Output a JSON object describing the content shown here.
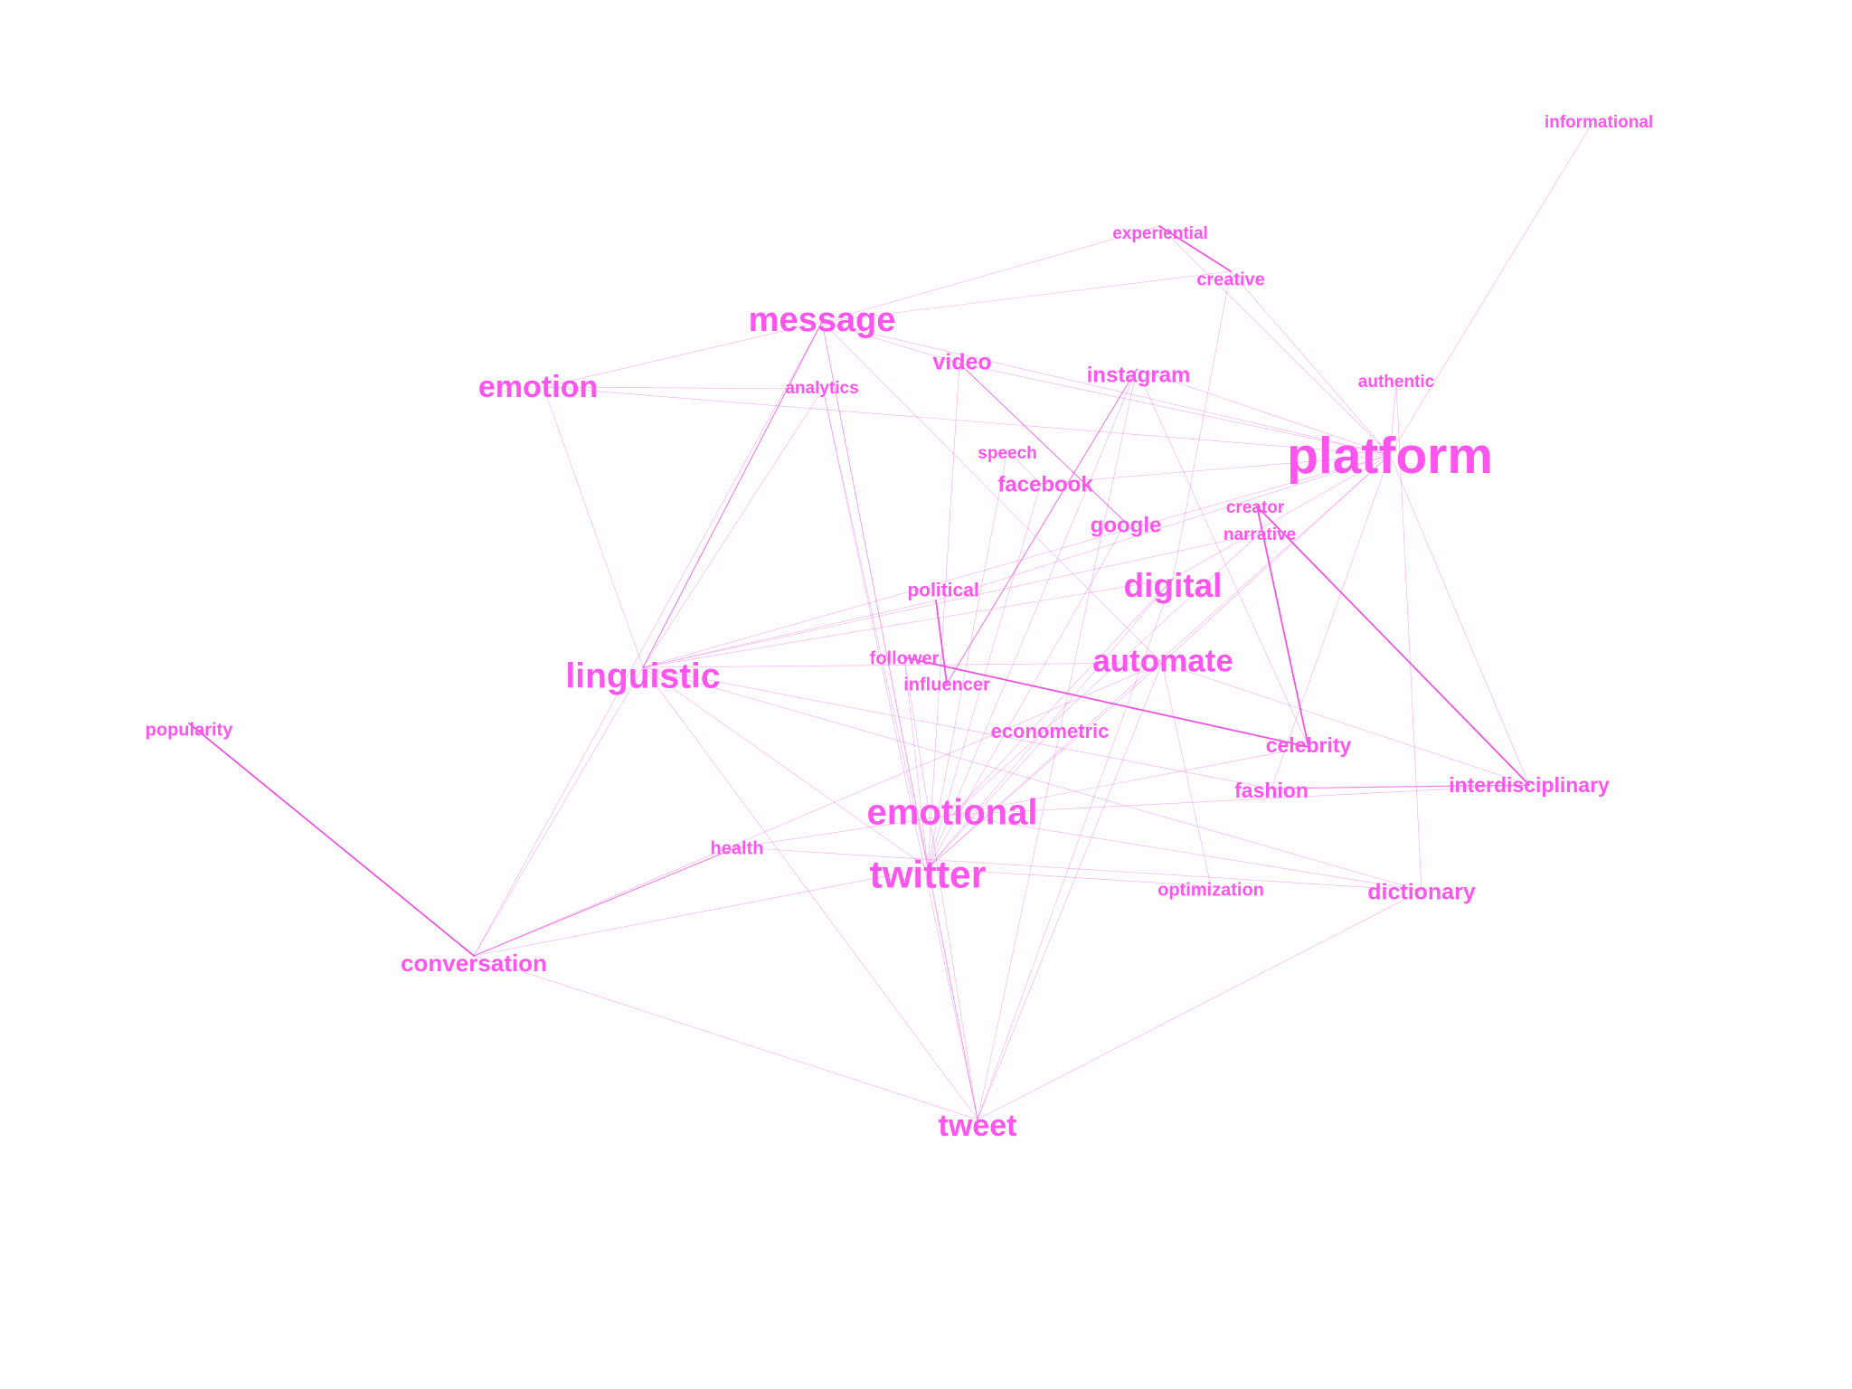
{
  "graph": {
    "type": "keyword co-occurrence network",
    "colors": {
      "node": "#ff55ee",
      "edge": "#ee44e0"
    },
    "nodes": [
      {
        "id": "informational",
        "label": "informational",
        "weight": 1
      },
      {
        "id": "experiential",
        "label": "experiential",
        "weight": 1
      },
      {
        "id": "creative",
        "label": "creative",
        "weight": 1.1
      },
      {
        "id": "message",
        "label": "message",
        "weight": 3.2
      },
      {
        "id": "emotion",
        "label": "emotion",
        "weight": 2.8
      },
      {
        "id": "analytics",
        "label": "analytics",
        "weight": 1
      },
      {
        "id": "video",
        "label": "video",
        "weight": 1.7
      },
      {
        "id": "instagram",
        "label": "instagram",
        "weight": 1.6
      },
      {
        "id": "authentic",
        "label": "authentic",
        "weight": 1
      },
      {
        "id": "platform",
        "label": "platform",
        "weight": 5.5
      },
      {
        "id": "speech",
        "label": "speech",
        "weight": 1
      },
      {
        "id": "facebook",
        "label": "facebook",
        "weight": 1.6
      },
      {
        "id": "google",
        "label": "google",
        "weight": 1.6
      },
      {
        "id": "creator",
        "label": "creator",
        "weight": 1
      },
      {
        "id": "narrative",
        "label": "narrative",
        "weight": 1
      },
      {
        "id": "political",
        "label": "political",
        "weight": 1.2
      },
      {
        "id": "digital",
        "label": "digital",
        "weight": 3.1
      },
      {
        "id": "linguistic",
        "label": "linguistic",
        "weight": 3.3
      },
      {
        "id": "follower",
        "label": "follower",
        "weight": 1.1
      },
      {
        "id": "automate",
        "label": "automate",
        "weight": 2.9
      },
      {
        "id": "influencer",
        "label": "influencer",
        "weight": 1.1
      },
      {
        "id": "popularity",
        "label": "popularity",
        "weight": 1.1
      },
      {
        "id": "econometric",
        "label": "econometric",
        "weight": 1.3
      },
      {
        "id": "celebrity",
        "label": "celebrity",
        "weight": 1.5
      },
      {
        "id": "interdisciplinary",
        "label": "interdisciplinary",
        "weight": 1.5
      },
      {
        "id": "fashion",
        "label": "fashion",
        "weight": 1.5
      },
      {
        "id": "emotional",
        "label": "emotional",
        "weight": 3.4
      },
      {
        "id": "health",
        "label": "health",
        "weight": 1.1
      },
      {
        "id": "twitter",
        "label": "twitter",
        "weight": 3.8
      },
      {
        "id": "optimization",
        "label": "optimization",
        "weight": 1.1
      },
      {
        "id": "dictionary",
        "label": "dictionary",
        "weight": 1.7
      },
      {
        "id": "conversation",
        "label": "conversation",
        "weight": 1.8
      },
      {
        "id": "tweet",
        "label": "tweet",
        "weight": 2.8
      }
    ],
    "edges": [
      {
        "source": "informational",
        "target": "platform",
        "weight": 1
      },
      {
        "source": "experiential",
        "target": "creative",
        "weight": 3
      },
      {
        "source": "experiential",
        "target": "message",
        "weight": 1
      },
      {
        "source": "experiential",
        "target": "platform",
        "weight": 1
      },
      {
        "source": "creative",
        "target": "message",
        "weight": 1
      },
      {
        "source": "creative",
        "target": "platform",
        "weight": 1
      },
      {
        "source": "creative",
        "target": "digital",
        "weight": 1
      },
      {
        "source": "message",
        "target": "emotion",
        "weight": 1
      },
      {
        "source": "message",
        "target": "linguistic",
        "weight": 2
      },
      {
        "source": "message",
        "target": "platform",
        "weight": 1
      },
      {
        "source": "message",
        "target": "twitter",
        "weight": 1
      },
      {
        "source": "message",
        "target": "automate",
        "weight": 1
      },
      {
        "source": "message",
        "target": "tweet",
        "weight": 1
      },
      {
        "source": "message",
        "target": "video",
        "weight": 1
      },
      {
        "source": "message",
        "target": "conversation",
        "weight": 1
      },
      {
        "source": "emotion",
        "target": "analytics",
        "weight": 1
      },
      {
        "source": "emotion",
        "target": "linguistic",
        "weight": 1
      },
      {
        "source": "emotion",
        "target": "platform",
        "weight": 1
      },
      {
        "source": "analytics",
        "target": "linguistic",
        "weight": 1
      },
      {
        "source": "analytics",
        "target": "twitter",
        "weight": 1
      },
      {
        "source": "analytics",
        "target": "tweet",
        "weight": 1
      },
      {
        "source": "video",
        "target": "google",
        "weight": 2
      },
      {
        "source": "video",
        "target": "twitter",
        "weight": 1
      },
      {
        "source": "video",
        "target": "platform",
        "weight": 1
      },
      {
        "source": "instagram",
        "target": "platform",
        "weight": 1
      },
      {
        "source": "instagram",
        "target": "twitter",
        "weight": 1
      },
      {
        "source": "instagram",
        "target": "influencer",
        "weight": 2
      },
      {
        "source": "instagram",
        "target": "celebrity",
        "weight": 1
      },
      {
        "source": "instagram",
        "target": "tweet",
        "weight": 1
      },
      {
        "source": "authentic",
        "target": "platform",
        "weight": 1
      },
      {
        "source": "authentic",
        "target": "dictionary",
        "weight": 1
      },
      {
        "source": "platform",
        "target": "interdisciplinary",
        "weight": 1
      },
      {
        "source": "platform",
        "target": "linguistic",
        "weight": 1
      },
      {
        "source": "platform",
        "target": "political",
        "weight": 1
      },
      {
        "source": "platform",
        "target": "automate",
        "weight": 1
      },
      {
        "source": "platform",
        "target": "twitter",
        "weight": 1
      },
      {
        "source": "platform",
        "target": "facebook",
        "weight": 1
      },
      {
        "source": "platform",
        "target": "digital",
        "weight": 1
      },
      {
        "source": "platform",
        "target": "fashion",
        "weight": 1
      },
      {
        "source": "speech",
        "target": "facebook",
        "weight": 1
      },
      {
        "source": "speech",
        "target": "twitter",
        "weight": 1
      },
      {
        "source": "facebook",
        "target": "twitter",
        "weight": 1
      },
      {
        "source": "google",
        "target": "twitter",
        "weight": 1
      },
      {
        "source": "creator",
        "target": "celebrity",
        "weight": 3
      },
      {
        "source": "creator",
        "target": "interdisciplinary",
        "weight": 3
      },
      {
        "source": "narrative",
        "target": "linguistic",
        "weight": 1
      },
      {
        "source": "narrative",
        "target": "emotional",
        "weight": 1
      },
      {
        "source": "political",
        "target": "influencer",
        "weight": 3
      },
      {
        "source": "political",
        "target": "linguistic",
        "weight": 1
      },
      {
        "source": "follower",
        "target": "celebrity",
        "weight": 3
      },
      {
        "source": "follower",
        "target": "twitter",
        "weight": 1
      },
      {
        "source": "follower",
        "target": "tweet",
        "weight": 1
      },
      {
        "source": "linguistic",
        "target": "twitter",
        "weight": 1
      },
      {
        "source": "linguistic",
        "target": "tweet",
        "weight": 1
      },
      {
        "source": "linguistic",
        "target": "conversation",
        "weight": 1
      },
      {
        "source": "linguistic",
        "target": "automate",
        "weight": 1
      },
      {
        "source": "linguistic",
        "target": "dictionary",
        "weight": 1
      },
      {
        "source": "linguistic",
        "target": "fashion",
        "weight": 1
      },
      {
        "source": "linguistic",
        "target": "digital",
        "weight": 1
      },
      {
        "source": "automate",
        "target": "twitter",
        "weight": 1
      },
      {
        "source": "automate",
        "target": "conversation",
        "weight": 1
      },
      {
        "source": "automate",
        "target": "interdisciplinary",
        "weight": 1
      },
      {
        "source": "automate",
        "target": "optimization",
        "weight": 1
      },
      {
        "source": "automate",
        "target": "tweet",
        "weight": 1
      },
      {
        "source": "digital",
        "target": "emotional",
        "weight": 1
      },
      {
        "source": "digital",
        "target": "twitter",
        "weight": 1
      },
      {
        "source": "digital",
        "target": "tweet",
        "weight": 1
      },
      {
        "source": "popularity",
        "target": "conversation",
        "weight": 3
      },
      {
        "source": "econometric",
        "target": "twitter",
        "weight": 1
      },
      {
        "source": "fashion",
        "target": "interdisciplinary",
        "weight": 2
      },
      {
        "source": "celebrity",
        "target": "emotional",
        "weight": 1
      },
      {
        "source": "emotional",
        "target": "health",
        "weight": 1
      },
      {
        "source": "emotional",
        "target": "dictionary",
        "weight": 1
      },
      {
        "source": "emotional",
        "target": "interdisciplinary",
        "weight": 1
      },
      {
        "source": "health",
        "target": "conversation",
        "weight": 2
      },
      {
        "source": "health",
        "target": "dictionary",
        "weight": 1
      },
      {
        "source": "twitter",
        "target": "conversation",
        "weight": 1
      },
      {
        "source": "twitter",
        "target": "tweet",
        "weight": 1
      },
      {
        "source": "twitter",
        "target": "optimization",
        "weight": 1
      },
      {
        "source": "dictionary",
        "target": "tweet",
        "weight": 1
      },
      {
        "source": "conversation",
        "target": "tweet",
        "weight": 1
      }
    ]
  }
}
